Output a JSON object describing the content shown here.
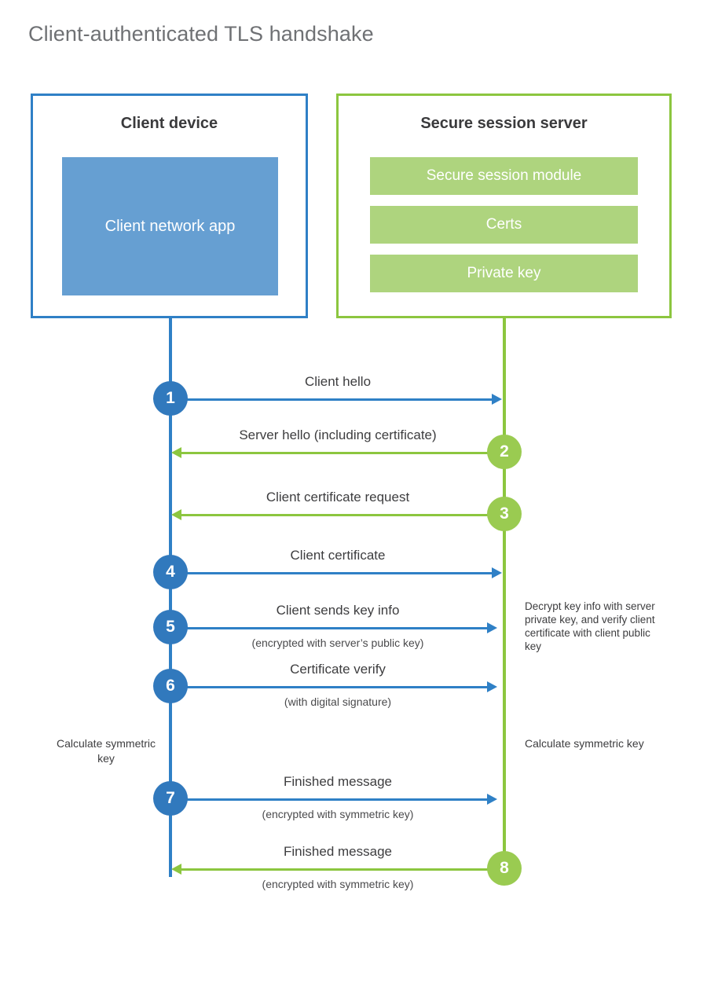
{
  "title": "Client-authenticated TLS handshake",
  "colors": {
    "client_blue": "#2f80c6",
    "client_app_fill": "#669fd2",
    "server_green": "#8cc63f",
    "server_item_fill": "#aed47e",
    "badge_blue": "#3179bd",
    "badge_green": "#9acb51",
    "title_gray": "#6f7174",
    "label_gray": "#3d3d3f"
  },
  "client": {
    "title": "Client device",
    "app_label": "Client network app"
  },
  "server": {
    "title": "Secure session server",
    "items": [
      {
        "label": "Secure session module"
      },
      {
        "label": "Certs"
      },
      {
        "label": "Private key"
      }
    ]
  },
  "messages": [
    {
      "step": "1",
      "label": "Client hello",
      "sublabel": "",
      "direction": "client-to-server",
      "color": "blue"
    },
    {
      "step": "2",
      "label": "Server hello (including certificate)",
      "sublabel": "",
      "direction": "server-to-client",
      "color": "green"
    },
    {
      "step": "3",
      "label": "Client certificate request",
      "sublabel": "",
      "direction": "server-to-client",
      "color": "green"
    },
    {
      "step": "4",
      "label": "Client certificate",
      "sublabel": "",
      "direction": "client-to-server",
      "color": "blue"
    },
    {
      "step": "5",
      "label": "Client sends key info",
      "sublabel": "(encrypted with server’s public key)",
      "direction": "client-to-server",
      "color": "blue"
    },
    {
      "step": "6",
      "label": "Certificate verify",
      "sublabel": "(with digital signature)",
      "direction": "client-to-server",
      "color": "blue"
    },
    {
      "step": "7",
      "label": "Finished message",
      "sublabel": "(encrypted with symmetric key)",
      "direction": "client-to-server",
      "color": "blue"
    },
    {
      "step": "8",
      "label": "Finished message",
      "sublabel": "(encrypted with symmetric key)",
      "direction": "server-to-client",
      "color": "green"
    }
  ],
  "annotations": {
    "server_decrypt": "Decrypt key info with server private key, and verify client certificate with client public key",
    "client_calculate": "Calculate symmetric key",
    "server_calculate": "Calculate symmetric key"
  }
}
